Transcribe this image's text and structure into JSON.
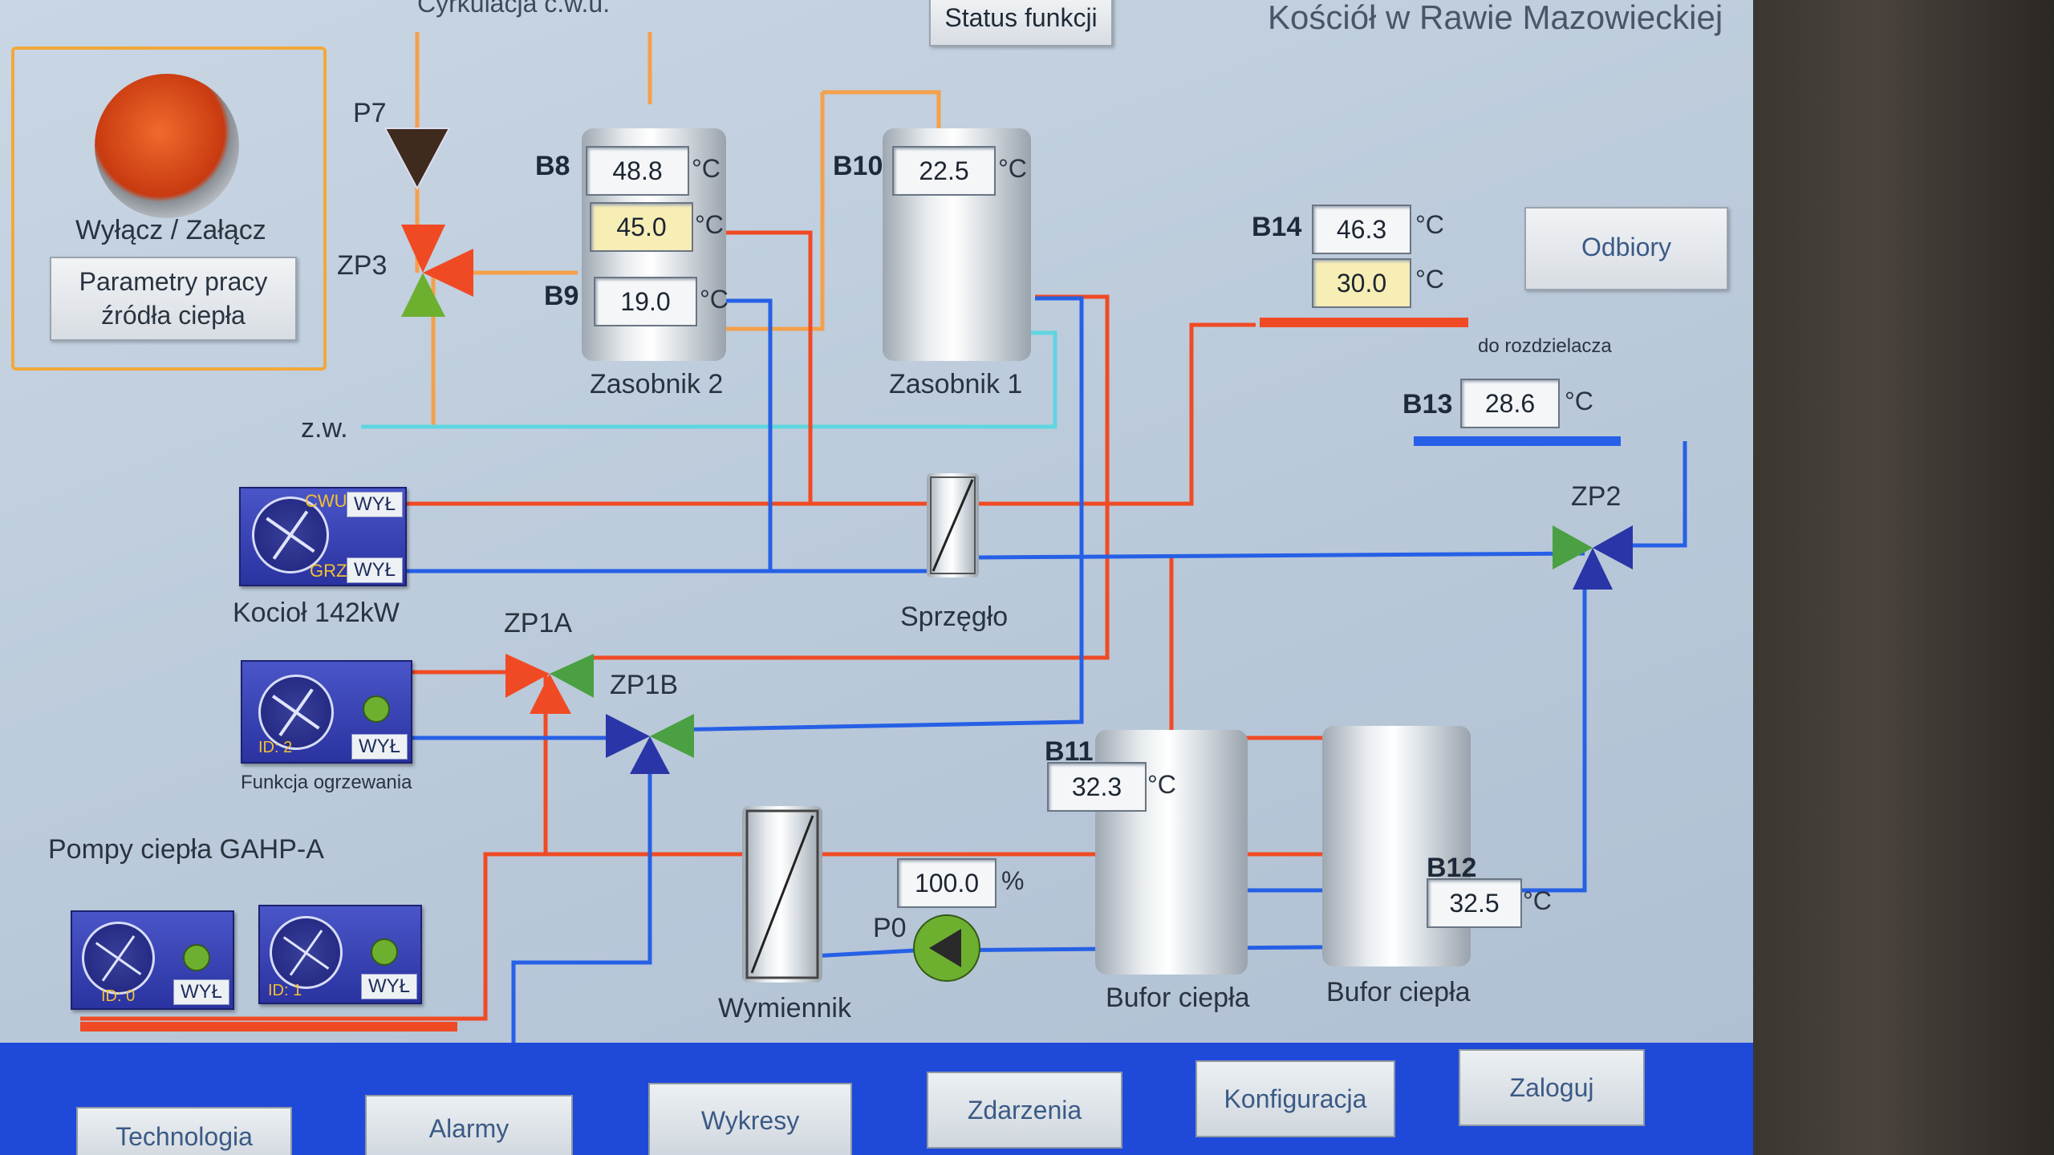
{
  "header": {
    "title": "Kościół w Rawie Mazowieckiej",
    "status_button": "Status funkcji",
    "circulation_label": "Cyrkulacja c.w.u."
  },
  "power": {
    "toggle_label": "Wyłącz / Załącz",
    "params_button_line1": "Parametry pracy",
    "params_button_line2": "źródła ciepła"
  },
  "pumps_valves": {
    "p7": "P7",
    "zp3": "ZP3",
    "zp1a": "ZP1A",
    "zp1b": "ZP1B",
    "zp2": "ZP2",
    "p0": "P0"
  },
  "water_label": "z.w.",
  "tanks": {
    "zasobnik2": "Zasobnik 2",
    "zasobnik1": "Zasobnik 1",
    "bufor1": "Bufor ciepła",
    "bufor2": "Bufor ciepła"
  },
  "sensors": {
    "b8": {
      "name": "B8",
      "value": "48.8"
    },
    "b8_set": {
      "value": "45.0"
    },
    "b9": {
      "name": "B9",
      "value": "19.0"
    },
    "b10": {
      "name": "B10",
      "value": "22.5"
    },
    "b14": {
      "name": "B14",
      "value": "46.3"
    },
    "b14_set": {
      "value": "30.0"
    },
    "b13": {
      "name": "B13",
      "value": "28.6"
    },
    "b11": {
      "name": "B11",
      "value": "32.3"
    },
    "b12": {
      "name": "B12",
      "value": "32.5"
    },
    "unit": "°C"
  },
  "pump_p0": {
    "value": "100.0",
    "unit": "%"
  },
  "distributor": {
    "button": "Odbiory",
    "label": "do rozdzielacza"
  },
  "boiler": {
    "name": "Kocioł 142kW",
    "cwu": "CWU",
    "grz": "GRZ",
    "state_top": "WYŁ",
    "state_bottom": "WYŁ"
  },
  "heating_unit": {
    "id": "ID: 2",
    "state": "WYŁ",
    "label": "Funkcja ogrzewania"
  },
  "heat_pumps": {
    "label": "Pompy ciepła GAHP-A",
    "units": [
      {
        "id": "ID: 0",
        "state": "WYŁ"
      },
      {
        "id": "ID: 1",
        "state": "WYŁ"
      }
    ]
  },
  "components": {
    "sprzeglo": "Sprzęgło",
    "wymiennik": "Wymiennik"
  },
  "nav": {
    "tabs": [
      "Technologia",
      "Alarmy",
      "Wykresy",
      "Zdarzenia",
      "Konfiguracja",
      "Zaloguj"
    ]
  },
  "colors": {
    "hot_pipe": "#f04a24",
    "cold_pipe": "#2660e6",
    "dhw_pipe": "#f5a04a",
    "cold_water_pipe": "#5fd6e0",
    "nav_bar": "#1e49d9",
    "highlight_frame": "#f2a83a"
  }
}
